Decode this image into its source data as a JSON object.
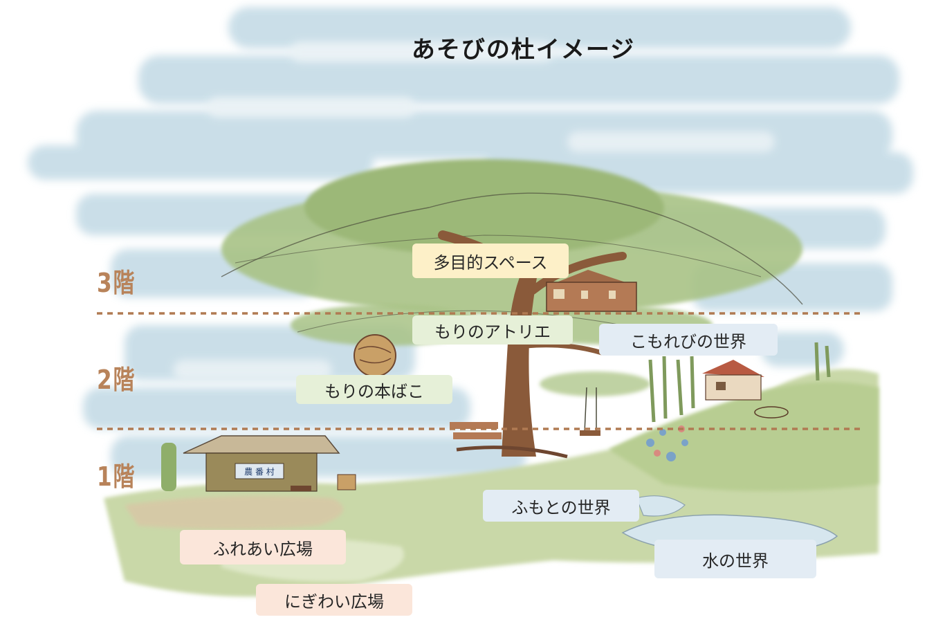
{
  "title": "あそびの杜イメージ",
  "floors": [
    {
      "id": "3",
      "label": "3階"
    },
    {
      "id": "2",
      "label": "2階"
    },
    {
      "id": "1",
      "label": "1階"
    }
  ],
  "zones": [
    {
      "id": "tamokuteki",
      "label": "多目的スペース",
      "color": "#fdf0c8"
    },
    {
      "id": "atelier",
      "label": "もりのアトリエ",
      "color": "#e6f0d8"
    },
    {
      "id": "komorebi",
      "label": "こもれびの世界",
      "color": "#e3ecf4"
    },
    {
      "id": "honbako",
      "label": "もりの本ばこ",
      "color": "#e6f0d8"
    },
    {
      "id": "fumoto",
      "label": "ふもとの世界",
      "color": "#e3ecf4"
    },
    {
      "id": "fureai",
      "label": "ふれあい広場",
      "color": "#fbe6da"
    },
    {
      "id": "mizu",
      "label": "水の世界",
      "color": "#e3ecf4"
    },
    {
      "id": "nigiwai",
      "label": "にぎわい広場",
      "color": "#fbe6da"
    }
  ],
  "hut_sign": "農 番 村",
  "colors": {
    "sky": "#c5dbe6",
    "foliage": "#9cb878",
    "trunk": "#8a5a3a",
    "ground": "#c9d8a8",
    "floor_text": "#b8835a",
    "divider": "#b07a52"
  }
}
